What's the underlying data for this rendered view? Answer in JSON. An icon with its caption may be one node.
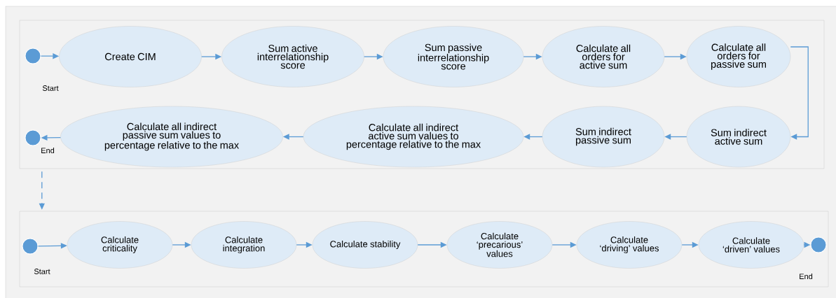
{
  "diagram": {
    "nodes": [
      {
        "text": [],
        "shape": "box"
      },
      {
        "text": [],
        "shape": "circle",
        "in": 0
      },
      {
        "text": [
          "Create CIM"
        ],
        "in": 0
      },
      {
        "text": [
          "Sum active interrelationship score"
        ],
        "in": 0
      },
      {
        "text": [
          "Sum passive interrelationship score"
        ],
        "in": 0
      },
      {
        "text": [
          "Calculate all orders for active sum"
        ],
        "in": 0
      },
      {
        "text": [
          "Calculate all orders for passive sum"
        ],
        "in": 0
      },
      {
        "text": [
          "Sum indirect active sum"
        ],
        "in": 0
      },
      {
        "text": [
          "Sum indirect passive sum"
        ],
        "in": 0
      },
      {
        "text": [
          "Calculate all indirect active sum values to percentage relative to the max"
        ],
        "in": 0
      },
      {
        "text": [
          "Calculate all indirect passive sum values to percentage relative to the max"
        ],
        "in": 0
      },
      {
        "text": [],
        "shape": "circle",
        "in": 0
      },
      {
        "text": [],
        "shape": "box"
      },
      {
        "text": [],
        "shape": "circle",
        "in": 12
      },
      {
        "text": [
          "Calculate criticality"
        ],
        "in": 12
      },
      {
        "text": [
          "Calculate integration"
        ],
        "in": 12
      },
      {
        "text": [
          "Calculate stability"
        ],
        "in": 12
      },
      {
        "text": [
          "Calculate ‘precarious’ values"
        ],
        "in": 12
      },
      {
        "text": [
          "Calculate ‘driving’ values"
        ],
        "in": 12
      },
      {
        "text": [
          "Calculate ‘driven’ values"
        ],
        "in": 12
      },
      {
        "text": [],
        "shape": "circle",
        "in": 12
      }
    ],
    "labels": [
      "Start",
      "End",
      "Start",
      "End"
    ],
    "edges": [
      {
        "from": 1,
        "to": 2,
        "arrow": "to"
      },
      {
        "from": 2,
        "to": 3,
        "arrow": "to"
      },
      {
        "from": 3,
        "to": 4,
        "arrow": "to"
      },
      {
        "from": 4,
        "to": 5,
        "arrow": "to"
      },
      {
        "from": 5,
        "to": 6,
        "arrow": "to"
      },
      {
        "from": 6,
        "to": 7,
        "arrow": "to"
      },
      {
        "from": 7,
        "to": 8,
        "arrow": "to"
      },
      {
        "from": 8,
        "to": 9,
        "arrow": "to"
      },
      {
        "from": 9,
        "to": 10,
        "arrow": "to"
      },
      {
        "from": 10,
        "to": 11,
        "arrow": "to"
      },
      {
        "from": 0,
        "to": 12,
        "arrow": "to",
        "style": "dashed"
      },
      {
        "from": 13,
        "to": 14,
        "arrow": "to"
      },
      {
        "from": 14,
        "to": 15,
        "arrow": "to"
      },
      {
        "from": 15,
        "to": 16,
        "arrow": "to"
      },
      {
        "from": 16,
        "to": 17,
        "arrow": "to"
      },
      {
        "from": 17,
        "to": 18,
        "arrow": "to"
      },
      {
        "from": 18,
        "to": 19,
        "arrow": "to"
      },
      {
        "from": 19,
        "to": 20,
        "arrow": "to"
      }
    ]
  }
}
